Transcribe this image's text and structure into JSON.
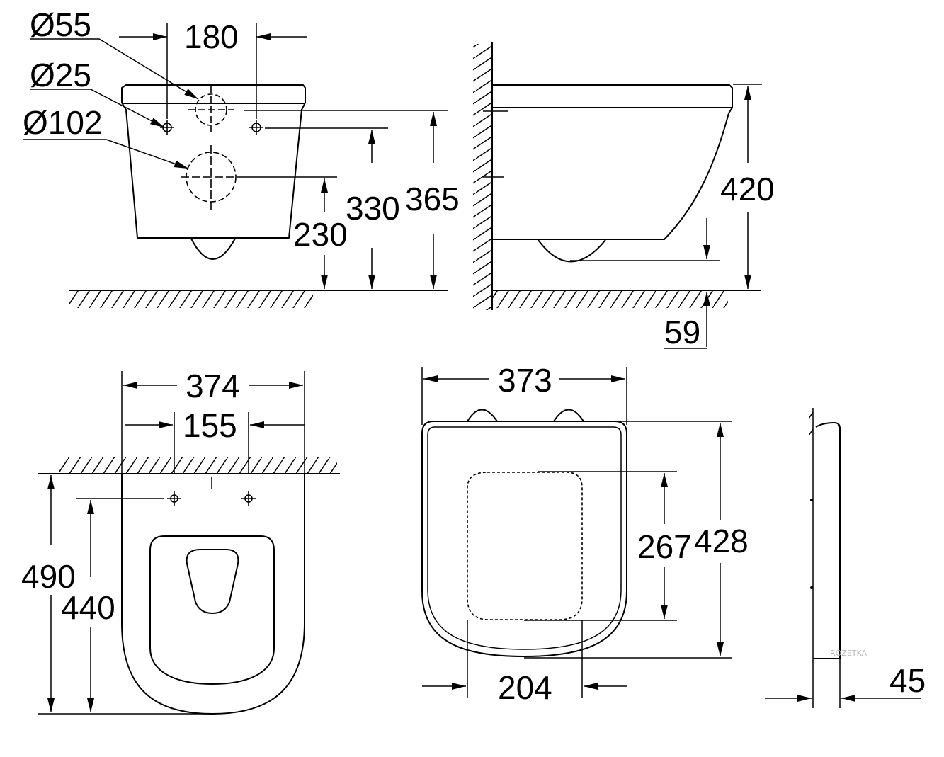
{
  "colors": {
    "ink": "#000000",
    "background": "#ffffff",
    "watermark": "#b8b8b8"
  },
  "front_view": {
    "dia_flush": "Ø55",
    "dia_bolt": "Ø25",
    "dia_outlet": "Ø102",
    "bolt_spacing": "180",
    "outlet_height": "230",
    "bolt_height": "330",
    "top_ref_height": "365"
  },
  "side_view": {
    "total_height": "420",
    "bowl_clearance": "59"
  },
  "top_view": {
    "width": "374",
    "bolt_spacing": "155",
    "length": "490",
    "bolt_to_front": "440"
  },
  "seat_view": {
    "width": "373",
    "opening_width": "204",
    "opening_length": "267",
    "length": "428"
  },
  "seat_side": {
    "thickness": "45"
  },
  "watermark": {
    "text": "ROZETKA"
  }
}
